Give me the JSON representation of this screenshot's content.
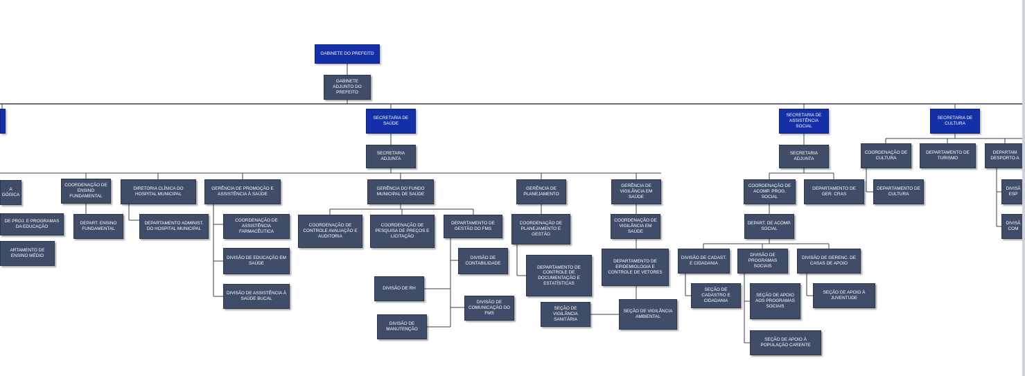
{
  "colors": {
    "accent_blue": "#1430a8",
    "box_slate": "#3f4d68",
    "connector": "#3a3f4a"
  },
  "boxes": [
    {
      "id": "gabinete-prefeito",
      "label": "GABINETE DO PREFEITO",
      "style": "blue"
    },
    {
      "id": "gabinete-adjunto",
      "label": "GABINETE ADJUNTO DO PREFEITO",
      "style": "slate"
    },
    {
      "id": "sec-educacao-partial",
      "label": "",
      "style": "blue"
    },
    {
      "id": "sec-saude",
      "label": "SECRETARIA DE SAÚDE",
      "style": "blue"
    },
    {
      "id": "sec-assistencia",
      "label": "SECRETARIA DE ASSISTÊNCIA SOCIAL",
      "style": "blue"
    },
    {
      "id": "sec-cultura",
      "label": "SECRETARIA DE CULTURA",
      "style": "blue"
    },
    {
      "id": "coord-pedagogica",
      "label": "A GÓGICA",
      "style": "slate"
    },
    {
      "id": "dep-proj-programas",
      "label": "DE PROJ. E PROGRAMAS DA EDUCAÇÃO",
      "style": "slate"
    },
    {
      "id": "dep-ensino-medio",
      "label": "ARTAMENTO DE ENSINO MÉDIO",
      "style": "slate"
    },
    {
      "id": "coord-ensino-fund",
      "label": "COORDENAÇÃO DE ENSINO FUNDAMENTAL",
      "style": "slate"
    },
    {
      "id": "depart-ensino-fund",
      "label": "DEPART. ENSINO FUNDAMENTAL",
      "style": "slate"
    },
    {
      "id": "saude-adjunta",
      "label": "SECRETARIA ADJUNTA",
      "style": "slate"
    },
    {
      "id": "dir-clinica",
      "label": "DIRETORIA CLÍNICA DO HOSPITAL MUNICIPAL",
      "style": "slate"
    },
    {
      "id": "dep-admin-hospital",
      "label": "DEPARTAMENTO ADMINIST. DO HOSPITAL MUNICIPAL",
      "style": "slate"
    },
    {
      "id": "ger-promocao",
      "label": "GERÊNCIA DE PROMOÇÃO E ASSISTÊNCIA À SAÚDE",
      "style": "slate"
    },
    {
      "id": "coord-farmaceutica",
      "label": "COORDENAÇÃO DE ASSISTÊNCIA FARMACÊUTICA",
      "style": "slate"
    },
    {
      "id": "div-educacao-saude",
      "label": "DIVISÃO DE EDUCAÇÃO EM SAÚDE",
      "style": "slate"
    },
    {
      "id": "div-saude-bucal",
      "label": "DIVISÃO DE ASSISTÊNCIA À SAÚDE BUCAL",
      "style": "slate"
    },
    {
      "id": "ger-fundo",
      "label": "GERÊNCIA DO FUNDO MUNICIPAL DE SAÚDE",
      "style": "slate"
    },
    {
      "id": "coord-controle",
      "label": "COORDENAÇÃO DE CONTROLE AVALIAÇÃO E AUDITORIA",
      "style": "slate"
    },
    {
      "id": "coord-pesquisa",
      "label": "COORDENAÇÃO DE PESQUISA DE PREÇOS E LICITAÇÃO",
      "style": "slate"
    },
    {
      "id": "dep-gestao-fms",
      "label": "DEPARTAMENTO DE GESTÃO DO FMS",
      "style": "slate"
    },
    {
      "id": "div-contabilidade",
      "label": "DIVISÃO DE CONTABILIDADE",
      "style": "slate"
    },
    {
      "id": "div-rh",
      "label": "DIVISÃO DE RH",
      "style": "slate"
    },
    {
      "id": "div-comunicacao",
      "label": "DIVISÃO DE COMUNICAÇÃO DO FMS",
      "style": "slate"
    },
    {
      "id": "div-manutencao",
      "label": "DIVISÃO DE MANUTENÇÃO",
      "style": "slate"
    },
    {
      "id": "ger-planejamento",
      "label": "GERÊNCIA DE PLANEJAMENTO",
      "style": "slate"
    },
    {
      "id": "coord-planejamento",
      "label": "COORDENAÇÃO DE PLANEJAMENTO E GESTÃO",
      "style": "slate"
    },
    {
      "id": "dep-documentacao",
      "label": "DEPARTAMENTO DE CONTROLE DE DOCUMENTAÇÃO E ESTATÍSTICAS",
      "style": "slate"
    },
    {
      "id": "ger-vigilancia",
      "label": "GERÊNCIA DE VIGILÂNCIA EM SAÚDE",
      "style": "slate"
    },
    {
      "id": "coord-vigilancia",
      "label": "COORDENAÇÃO DE VIGILÂNCIA EM SAÚDE",
      "style": "slate"
    },
    {
      "id": "dep-epidemiologia",
      "label": "DEPARTAMENTO DE EPIDEMIOLOGIA E CONTROLE DE VETORES",
      "style": "slate"
    },
    {
      "id": "sec-vig-sanitaria",
      "label": "SEÇÃO DE VIGILÂNCIA SANITÁRIA",
      "style": "slate"
    },
    {
      "id": "sec-vig-ambiental",
      "label": "SEÇÃO DE VIGILÂNCIA AMBIENTAL",
      "style": "slate"
    },
    {
      "id": "assist-adjunta",
      "label": "SECRETARIA ADJUNTA",
      "style": "slate"
    },
    {
      "id": "coord-acomp",
      "label": "COORDENAÇÃO DE ACOMP. PROG. SOCIAL",
      "style": "slate"
    },
    {
      "id": "dep-cras",
      "label": "DEPARTAMENTO DE GER. CRAS",
      "style": "slate"
    },
    {
      "id": "depart-acomp",
      "label": "DEPART. DE ACOMP. SOCIAL",
      "style": "slate"
    },
    {
      "id": "div-cadastro",
      "label": "DIVISÃO DE CADAST. E CIDADANIA",
      "style": "slate"
    },
    {
      "id": "div-programas",
      "label": "DIVISÃO DE PROGRAMAS SOCIAIS",
      "style": "slate"
    },
    {
      "id": "div-casas-apoio",
      "label": "DIVISÃO DE GERENC. DE CASAS DE APOIO",
      "style": "slate"
    },
    {
      "id": "sec-cadastro",
      "label": "SEÇÃO DE CADASTRO E CIDADANIA",
      "style": "slate"
    },
    {
      "id": "sec-apoio-programas",
      "label": "SEÇÃO DE APOIO AOS PROGRAMAS SOCIAIS",
      "style": "slate"
    },
    {
      "id": "sec-apoio-juventude",
      "label": "SEÇÃO DE APOIO À JUVENTUDE",
      "style": "slate"
    },
    {
      "id": "sec-apoio-carente",
      "label": "SEÇÃO DE APOIO À POPULAÇÃO CARENTE",
      "style": "slate"
    },
    {
      "id": "coord-cultura",
      "label": "COORDENAÇÃO DE CULTURA",
      "style": "slate"
    },
    {
      "id": "dep-cultura",
      "label": "DEPARTAMENTO DE CULTURA",
      "style": "slate"
    },
    {
      "id": "dep-turismo",
      "label": "DEPARTAMENTO DE TURISMO",
      "style": "slate"
    },
    {
      "id": "dep-desporto",
      "label": "DEPARTAM DESPORTO A",
      "style": "slate"
    },
    {
      "id": "div-esp",
      "label": "DIVISÃ ESP",
      "style": "slate"
    },
    {
      "id": "div-com",
      "label": "DIVISÃ COM",
      "style": "slate"
    }
  ]
}
